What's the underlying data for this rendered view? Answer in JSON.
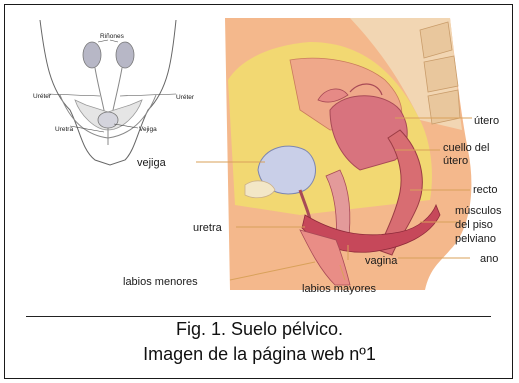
{
  "figure": {
    "inset_labels": {
      "rinones": "Riñones",
      "ureter_left": "Uréter",
      "ureter_right": "Uréter",
      "uretra": "Uretra",
      "vejiga": "Vejiga"
    },
    "labels": {
      "utero": "útero",
      "cuello_line1": "cuello del",
      "cuello_line2": "útero",
      "recto": "recto",
      "musculos_line1": "músculos",
      "musculos_line2": "del  piso",
      "musculos_line3": "pelviano",
      "ano": "ano",
      "vejiga": "vejiga",
      "uretra": "uretra",
      "vagina": "vagina",
      "labios_menores": "labios menores",
      "labios_mayores": "labios mayores"
    },
    "colors": {
      "skin": "#f4b88c",
      "tissue": "#e89a7d",
      "organ": "#d8737e",
      "fat": "#f1e36a",
      "bladder": "#c9cfe8",
      "label_line": "#d9a15a"
    }
  },
  "caption": {
    "line1": "Fig. 1. Suelo pélvico.",
    "line2": "Imagen de  la página web nº1"
  }
}
